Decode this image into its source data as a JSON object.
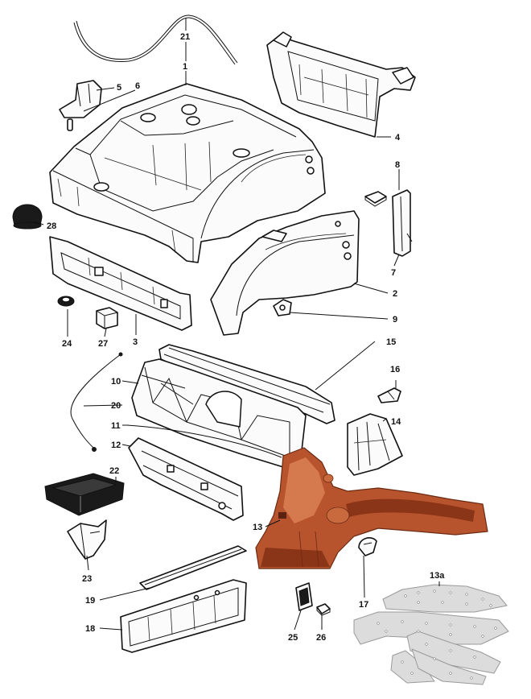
{
  "diagram": {
    "callouts": {
      "c1": "1",
      "c2": "2",
      "c3": "3",
      "c4": "4",
      "c5": "5",
      "c6": "6",
      "c7": "7",
      "c8": "8",
      "c9": "9",
      "c10": "10",
      "c11": "11",
      "c12": "12",
      "c13": "13",
      "c13a": "13a",
      "c14": "14",
      "c15": "15",
      "c16": "16",
      "c17": "17",
      "c18": "18",
      "c19": "19",
      "c20": "20",
      "c21": "21",
      "c22": "22",
      "c23": "23",
      "c24": "24",
      "c25": "25",
      "c26": "26",
      "c27": "27",
      "c28": "28"
    },
    "colors": {
      "line": "#111111",
      "highlighted_part": "#b8542d",
      "repair_panels": "#dcdcdc",
      "background": "#ffffff"
    }
  }
}
